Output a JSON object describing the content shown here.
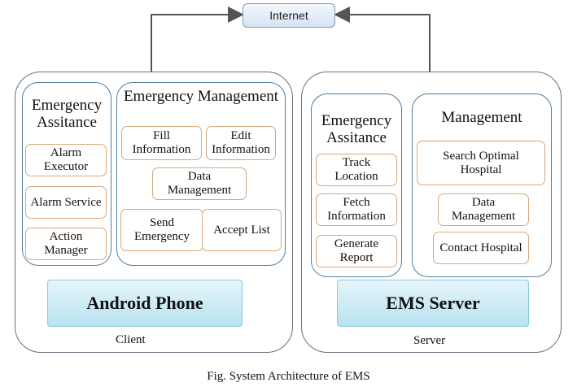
{
  "internet": "Internet",
  "client": {
    "emergency_assistance": {
      "title": "Emergency Assitance",
      "items": [
        "Alarm Executor",
        "Alarm Service",
        "Action Manager"
      ]
    },
    "emergency_management": {
      "title": "Emergency Management",
      "items": [
        "Fill Information",
        "Edit Information",
        "Data Management",
        "Send Emergency",
        "Accept List"
      ]
    },
    "device": "Android Phone",
    "label": "Client"
  },
  "server": {
    "emergency_assistance": {
      "title": "Emergency Assitance",
      "items": [
        "Track Location",
        "Fetch Information",
        "Generate Report"
      ]
    },
    "management": {
      "title": "Management",
      "items": [
        "Search Optimal Hospital",
        "Data Management",
        "Contact Hospital"
      ]
    },
    "device": "EMS Server",
    "label": "Server"
  },
  "caption": "Fig. System Architecture of EMS"
}
